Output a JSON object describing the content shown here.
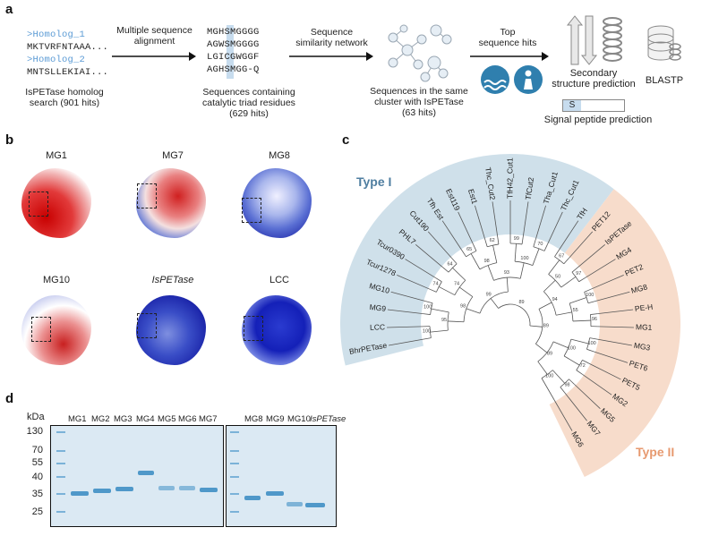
{
  "panel_a": {
    "label": "a",
    "homolog1": ">Homolog_1",
    "seq1": "MKTVRFNTAAA...",
    "homolog2": ">Homolog_2",
    "seq2": "MNTSLLEKIAI...",
    "search_caption": "IsPETase homolog\nsearch (901 hits)",
    "msa_label": "Multiple sequence\nalignment",
    "aligned": [
      "MGHSMGGGG",
      "AGWSMGGGG",
      "LGICGWGGF",
      "AGHSMGG-Q"
    ],
    "triad_caption": "Sequences containing\ncatalytic triad residues\n(629 hits)",
    "ssn_label": "Sequence\nsimilarity network",
    "cluster_caption": "Sequences in the same\ncluster with IsPETase\n(63 hits)",
    "top_label": "Top\nsequence hits",
    "secondary_caption": "Secondary\nstructure prediction",
    "blastp": "BLASTP",
    "signal_s": "S",
    "signal_caption": "Signal peptide prediction"
  },
  "panel_b": {
    "label": "b",
    "structures": [
      "MG1",
      "MG7",
      "MG8",
      "MG10",
      "IsPETase",
      "LCC"
    ]
  },
  "panel_c": {
    "label": "c",
    "type1": "Type I",
    "type2": "Type II",
    "leaves": [
      "BhrPETase",
      "LCC",
      "MG9",
      "MG10",
      "Tcur1278",
      "Tcur0390",
      "PHL7",
      "Cut190",
      "Tfh Est",
      "Est119",
      "Est1",
      "Thc_Cut2",
      "TfH42_Cut1",
      "TfCut2",
      "Tha_Cut1",
      "Thc_Cut1",
      "TfH",
      "PET12",
      "IsPETase",
      "MG4",
      "PET2",
      "MG8",
      "PE-H",
      "MG1",
      "MG3",
      "PET6",
      "PET5",
      "MG2",
      "MG5",
      "MG7",
      "MG6"
    ],
    "bootstraps": [
      "100",
      "100",
      "74",
      "64",
      "65",
      "62",
      "99",
      "70",
      "67",
      "97",
      "100",
      "96",
      "100",
      "72",
      "98",
      "95",
      "74",
      "98",
      "100",
      "50",
      "55",
      "100",
      "100",
      "98",
      "93",
      "94",
      "89",
      "99",
      "89",
      "89",
      "100"
    ]
  },
  "panel_d": {
    "label": "d",
    "kda": "kDa",
    "markers": [
      "130",
      "70",
      "55",
      "40",
      "35",
      "25"
    ],
    "gel1_lanes": [
      "MG1",
      "MG2",
      "MG3",
      "MG4",
      "MG5",
      "MG6",
      "MG7"
    ],
    "gel2_lanes": [
      "MG8",
      "MG9",
      "MG10",
      "IsPETase"
    ]
  }
}
